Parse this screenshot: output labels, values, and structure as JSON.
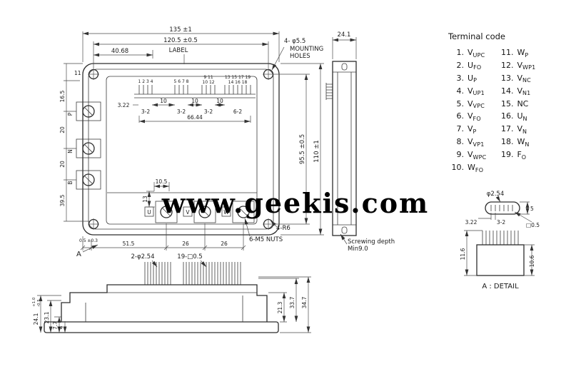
{
  "watermark": "www.geekis.com",
  "terminal_code": {
    "title": "Terminal code",
    "columns": [
      [
        {
          "num": "1.",
          "main": "V",
          "sub": "UPC"
        },
        {
          "num": "2.",
          "main": "U",
          "sub": "FO"
        },
        {
          "num": "3.",
          "main": "U",
          "sub": "P"
        },
        {
          "num": "4.",
          "main": "V",
          "sub": "UP1"
        },
        {
          "num": "5.",
          "main": "V",
          "sub": "VPC"
        },
        {
          "num": "6.",
          "main": "V",
          "sub": "FO"
        },
        {
          "num": "7.",
          "main": "V",
          "sub": "P"
        },
        {
          "num": "8.",
          "main": "V",
          "sub": "VP1"
        },
        {
          "num": "9.",
          "main": "V",
          "sub": "WPC"
        },
        {
          "num": "10.",
          "main": "W",
          "sub": "FO"
        }
      ],
      [
        {
          "num": "11.",
          "main": "W",
          "sub": "P"
        },
        {
          "num": "12.",
          "main": "V",
          "sub": "WP1"
        },
        {
          "num": "13.",
          "main": "V",
          "sub": "NC"
        },
        {
          "num": "14.",
          "main": "V",
          "sub": "N1"
        },
        {
          "num": "15.",
          "main": "NC",
          "sub": ""
        },
        {
          "num": "16.",
          "main": "U",
          "sub": "N"
        },
        {
          "num": "17.",
          "main": "V",
          "sub": "N"
        },
        {
          "num": "18.",
          "main": "W",
          "sub": "N"
        },
        {
          "num": "19.",
          "main": "F",
          "sub": "O"
        }
      ]
    ]
  },
  "top_view": {
    "dim_width_total": "135 ±1",
    "dim_width_holes": "120.5 ±0.5",
    "dim_label_width": "40.68",
    "label_text": "LABEL",
    "mounting_callout_dia": "4- φ5.5",
    "mounting_callout_l1": "MOUNTING",
    "mounting_callout_l2": "HOLES",
    "dim_left_11": "11",
    "dim_left_165": "16.5",
    "dim_left_20a": "20",
    "dim_left_20b": "20",
    "dim_left_395": "39.5",
    "terminal_p": "P",
    "terminal_n": "N",
    "terminal_b": "B",
    "pin_numbers_g1": "1 2 3 4",
    "pin_numbers_g2": "5 6 7 8",
    "pin_numbers_g3_top": "9 11",
    "pin_numbers_g3_bot": "10 12",
    "pin_numbers_g4_top": "13 15 17 19",
    "pin_numbers_g4_bot": "14 16 18",
    "dim_pin_322": "3.22",
    "dim_pitch_10a": "10",
    "dim_pitch_10b": "10",
    "dim_pitch_10c": "10",
    "dim_grp_32a": "3-2",
    "dim_grp_32b": "3-2",
    "dim_grp_32c": "3-2",
    "dim_grp_62": "6-2",
    "dim_span_6644": "66.44",
    "dim_right_955": "95.5 ±0.5",
    "dim_right_110": "110 ±1",
    "dim_105": "10.5",
    "dim_13": "13",
    "terminal_u": "U",
    "terminal_v": "V",
    "terminal_w": "W",
    "dim_bot_05": "0.5 ±0.3",
    "dim_bot_515": "51.5",
    "dim_bot_26a": "26",
    "dim_bot_26b": "26",
    "callout_r6": "4-R6",
    "callout_nuts": "6-M5 NUTS"
  },
  "side_view": {
    "dim_width": "24.1",
    "note_l1": "Screwing depth",
    "note_l2": "Min9.0"
  },
  "front_view": {
    "section_label": "A",
    "callout_pins_dia": "2-φ2.54",
    "callout_pins_sq": "19-□0.5",
    "dim_241": "24.1",
    "dim_241_tol_plus": "+1.0",
    "dim_241_tol_minus": "-0.5",
    "dim_231": "23.1",
    "dim_77": "7.7",
    "dim_4": "4",
    "dim_213": "21.3",
    "dim_337": "33.7",
    "dim_347": "34.7"
  },
  "detail_view": {
    "dim_pitch": "φ2.54",
    "dim_5": "5",
    "dim_322": "3.22",
    "dim_32": "3-2",
    "dim_sq": "□0.5",
    "dim_116": "11.6",
    "dim_106": "10.6",
    "caption": "A : DETAIL"
  }
}
